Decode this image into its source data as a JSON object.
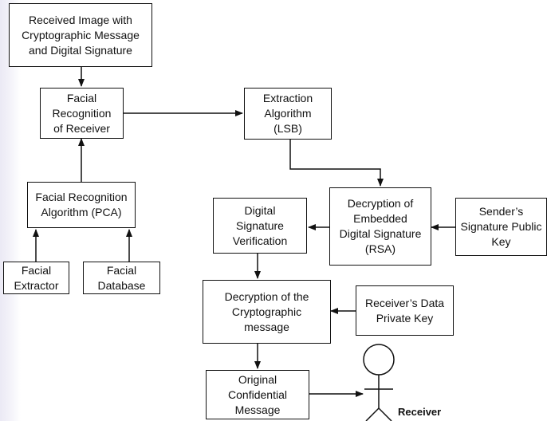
{
  "boxes": {
    "received_image": "Received Image with\nCryptographic Message\nand Digital Signature",
    "facial_recognition_receiver": "Facial\nRecognition\nof Receiver",
    "extraction_algorithm": "Extraction\nAlgorithm\n(LSB)",
    "facial_recognition_algorithm": "Facial Recognition\nAlgorithm (PCA)",
    "facial_extractor": "Facial\nExtractor",
    "facial_database": "Facial\nDatabase",
    "decryption_embedded_signature": "Decryption of\nEmbedded\nDigital Signature\n(RSA)",
    "digital_signature_verification": "Digital\nSignature\nVerification",
    "sender_public_key": "Sender’s\nSignature Public\nKey",
    "decryption_message": "Decryption of the\nCryptographic\nmessage",
    "receiver_private_key": "Receiver’s Data\nPrivate Key",
    "original_message": "Original\nConfidential\nMessage"
  },
  "actor": {
    "label": "Receiver"
  }
}
